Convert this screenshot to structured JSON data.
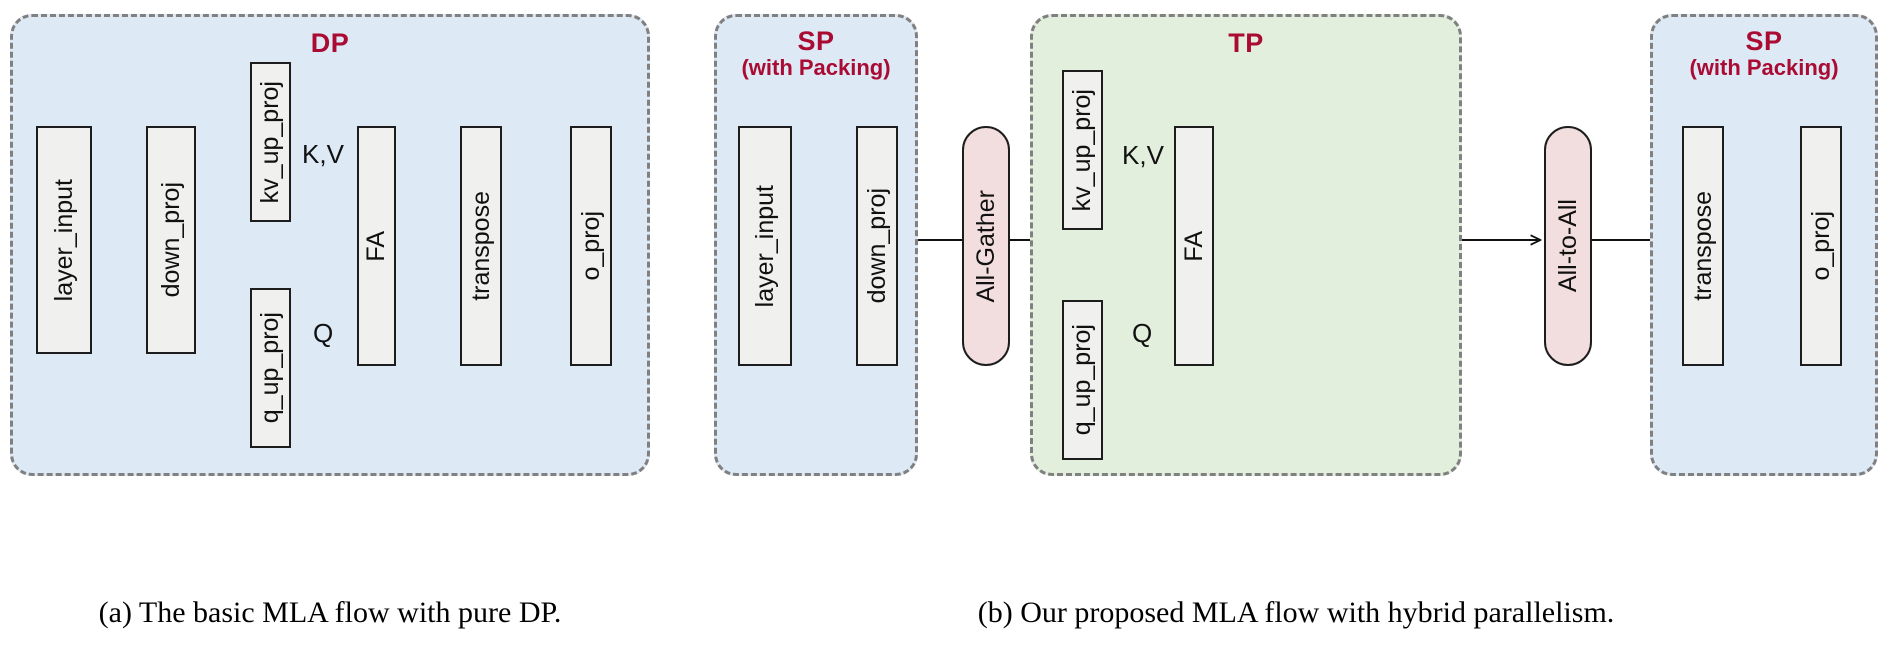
{
  "figure": {
    "subfigures": [
      {
        "id": "a",
        "caption": "(a) The basic MLA flow with pure DP.",
        "groups": [
          {
            "id": "dp",
            "title": "DP",
            "subtitle": "",
            "color": "#dde9f5"
          }
        ],
        "nodes": [
          {
            "id": "layer_input_a",
            "label": "layer_input"
          },
          {
            "id": "down_proj_a",
            "label": "down_proj"
          },
          {
            "id": "kv_up_proj_a",
            "label": "kv_up_proj"
          },
          {
            "id": "q_up_proj_a",
            "label": "q_up_proj"
          },
          {
            "id": "fa_a",
            "label": "FA"
          },
          {
            "id": "transpose_a",
            "label": "transpose"
          },
          {
            "id": "o_proj_a",
            "label": "o_proj"
          }
        ],
        "edge_labels": [
          {
            "id": "kv_a",
            "text": "K,V"
          },
          {
            "id": "q_a",
            "text": "Q"
          }
        ]
      },
      {
        "id": "b",
        "caption": "(b) Our proposed MLA flow with hybrid parallelism.",
        "groups": [
          {
            "id": "sp_left",
            "title": "SP",
            "subtitle": "(with Packing)",
            "color": "#dde9f5"
          },
          {
            "id": "tp",
            "title": "TP",
            "subtitle": "",
            "color": "#e2efdc"
          },
          {
            "id": "sp_right",
            "title": "SP",
            "subtitle": "(with Packing)",
            "color": "#dde9f5"
          }
        ],
        "nodes": [
          {
            "id": "layer_input_b",
            "label": "layer_input"
          },
          {
            "id": "down_proj_b",
            "label": "down_proj"
          },
          {
            "id": "all_gather",
            "label": "All-Gather"
          },
          {
            "id": "kv_up_proj_b",
            "label": "kv_up_proj"
          },
          {
            "id": "q_up_proj_b",
            "label": "q_up_proj"
          },
          {
            "id": "fa_b",
            "label": "FA"
          },
          {
            "id": "all_to_all",
            "label": "All-to-All"
          },
          {
            "id": "transpose_b",
            "label": "transpose"
          },
          {
            "id": "o_proj_b",
            "label": "o_proj"
          }
        ],
        "edge_labels": [
          {
            "id": "kv_b",
            "text": "K,V"
          },
          {
            "id": "q_b",
            "text": "Q"
          }
        ]
      }
    ],
    "colors": {
      "group_title": "#aa0b33",
      "group_blue": "#dde9f5",
      "group_green": "#e2efdc",
      "comm_node": "#f2dede",
      "node_fill": "#f0f0ee",
      "stroke": "#1d1d1d",
      "dash_border": "#808080"
    }
  }
}
